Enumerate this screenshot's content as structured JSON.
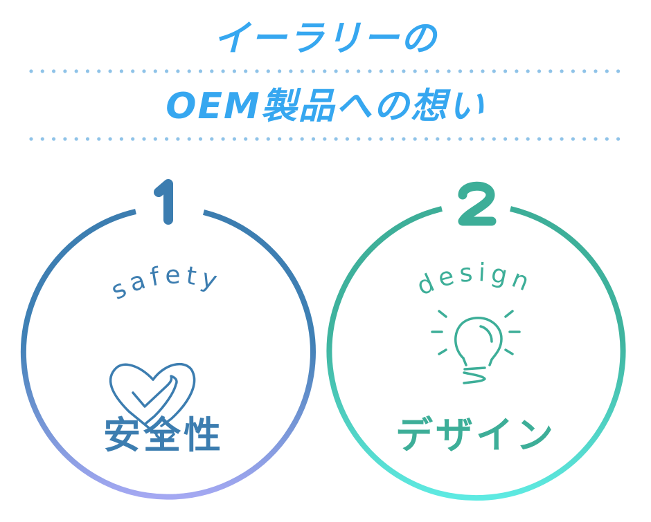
{
  "header": {
    "title_line1": "イーラリーの",
    "title_line2": "OEM製品への想い",
    "title_color": "#36a7f0",
    "divider_dot_color": "#8fc3e8"
  },
  "cards": [
    {
      "number": "1",
      "english": "safety",
      "japanese": "安全性",
      "icon": "heart-check-icon",
      "color": "#3f7fb1",
      "gradient_end": "#a3a7f0"
    },
    {
      "number": "2",
      "english": "design",
      "japanese": "デザイン",
      "icon": "lightbulb-icon",
      "color": "#3dae98",
      "gradient_end": "#5be9e0"
    }
  ]
}
